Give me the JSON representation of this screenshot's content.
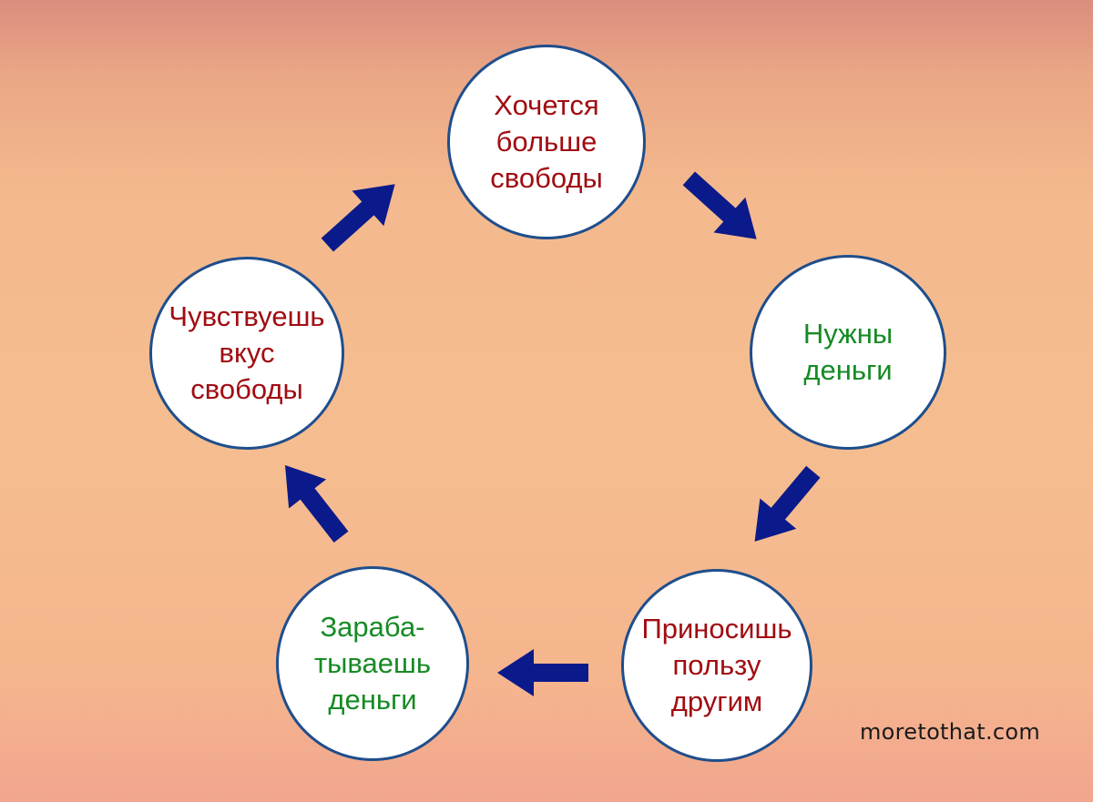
{
  "nodes": [
    {
      "label": "Хочется\nбольше\nсвободы",
      "color": "#a00d12"
    },
    {
      "label": "Нужны\nденьги",
      "color": "#168a24"
    },
    {
      "label": "Приносишь\nпользу\nдругим",
      "color": "#a00d12"
    },
    {
      "label": "Зараба-\nтываешь\nденьги",
      "color": "#168a24"
    },
    {
      "label": "Чувствуешь\nвкус\nсвободы",
      "color": "#a00d12"
    }
  ],
  "credit": "moretothat.com",
  "colors": {
    "arrow": "#0b1a8a",
    "circle_border": "#1f4e8c",
    "circle_fill": "#ffffff"
  }
}
